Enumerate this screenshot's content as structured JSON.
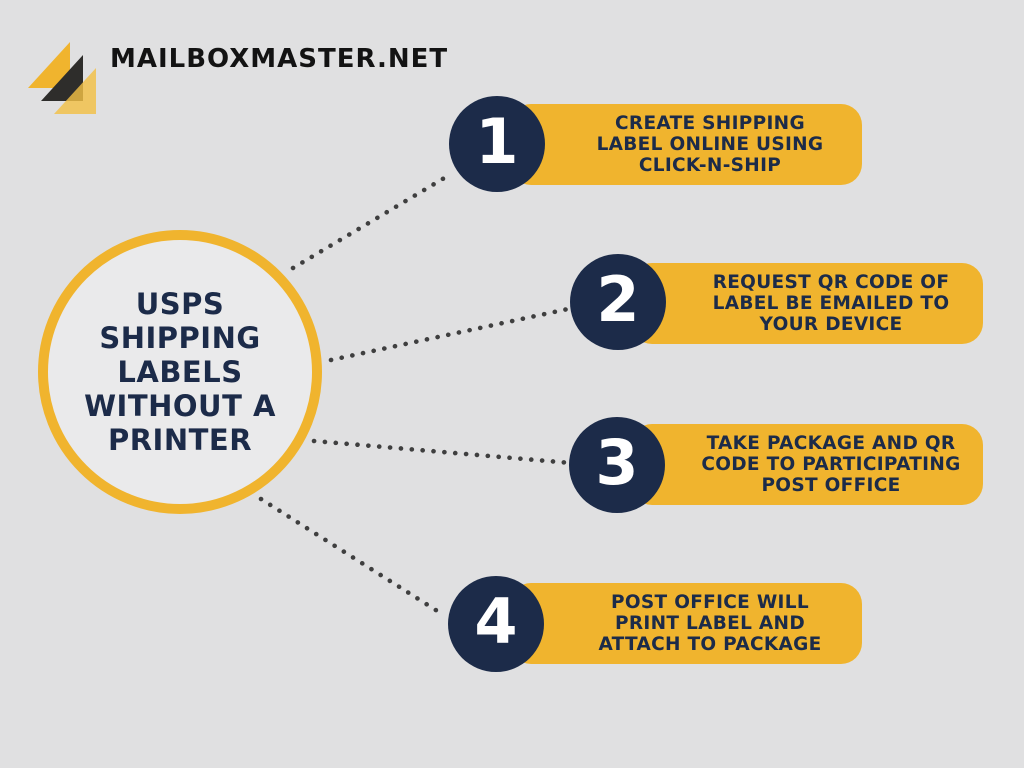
{
  "brand": {
    "name": "MAILBOXMASTER.NET"
  },
  "colors": {
    "background": "#E0E0E1",
    "accent_yellow": "#F0B42E",
    "navy": "#1C2B49",
    "dot_gray": "#3F3F3F",
    "logo_dark": "#2E2D2B"
  },
  "hub": {
    "lines": [
      "USPS",
      "SHIPPING",
      "LABELS",
      "WITHOUT A",
      "PRINTER"
    ]
  },
  "steps": [
    {
      "number": "1",
      "lines": [
        "CREATE SHIPPING",
        "LABEL ONLINE USING",
        "CLICK-N-SHIP"
      ]
    },
    {
      "number": "2",
      "lines": [
        "REQUEST QR CODE OF",
        "LABEL BE EMAILED TO",
        "YOUR DEVICE"
      ]
    },
    {
      "number": "3",
      "lines": [
        "TAKE PACKAGE AND QR",
        "CODE TO PARTICIPATING",
        "POST OFFICE"
      ]
    },
    {
      "number": "4",
      "lines": [
        "POST OFFICE WILL",
        "PRINT LABEL AND",
        "ATTACH TO PACKAGE"
      ]
    }
  ]
}
